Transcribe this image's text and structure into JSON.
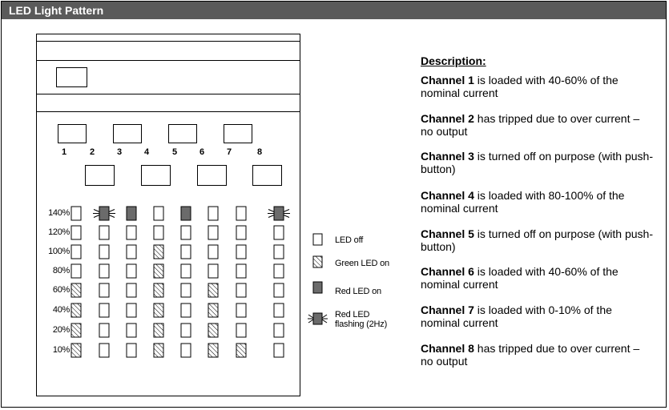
{
  "title": "LED Light Pattern",
  "channels": [
    "1",
    "2",
    "3",
    "4",
    "5",
    "6",
    "7",
    "8"
  ],
  "levels": [
    "140%",
    "120%",
    "100%",
    "80%",
    "60%",
    "40%",
    "20%",
    "10%"
  ],
  "led_matrix": [
    [
      "off",
      "flash",
      "red",
      "off",
      "red",
      "off",
      "off",
      "flash"
    ],
    [
      "off",
      "off",
      "off",
      "off",
      "off",
      "off",
      "off",
      "off"
    ],
    [
      "off",
      "off",
      "off",
      "green",
      "off",
      "off",
      "off",
      "off"
    ],
    [
      "off",
      "off",
      "off",
      "green",
      "off",
      "off",
      "off",
      "off"
    ],
    [
      "green",
      "off",
      "off",
      "green",
      "off",
      "green",
      "off",
      "off"
    ],
    [
      "green",
      "off",
      "off",
      "green",
      "off",
      "green",
      "off",
      "off"
    ],
    [
      "green",
      "off",
      "off",
      "green",
      "off",
      "green",
      "off",
      "off"
    ],
    [
      "green",
      "off",
      "off",
      "green",
      "off",
      "green",
      "green",
      "off"
    ]
  ],
  "legend": {
    "off": "LED off",
    "green": "Green LED on",
    "red": "Red LED on",
    "flash_line1": "Red LED",
    "flash_line2": "flashing (2Hz)"
  },
  "description": {
    "heading": "Description:",
    "items": [
      {
        "label": "Channel 1",
        "text": " is loaded with 40-60% of the nominal current"
      },
      {
        "label": "Channel 2",
        "text": " has tripped due to over current – no output"
      },
      {
        "label": "Channel 3",
        "text": " is turned off on purpose (with push-button)"
      },
      {
        "label": "Channel 4",
        "text": " is loaded with 80-100% of the nominal current"
      },
      {
        "label": "Channel 5",
        "text": " is turned off on purpose (with push-button)"
      },
      {
        "label": "Channel 6",
        "text": " is loaded with 40-60% of the nominal current"
      },
      {
        "label": "Channel 7",
        "text": " is loaded with 0-10% of the nominal current"
      },
      {
        "label": "Channel 8",
        "text": " has tripped due to over current – no output"
      }
    ]
  },
  "colors": {
    "title_bg": "#5a5a5a",
    "red_led": "#6b6b6b"
  }
}
